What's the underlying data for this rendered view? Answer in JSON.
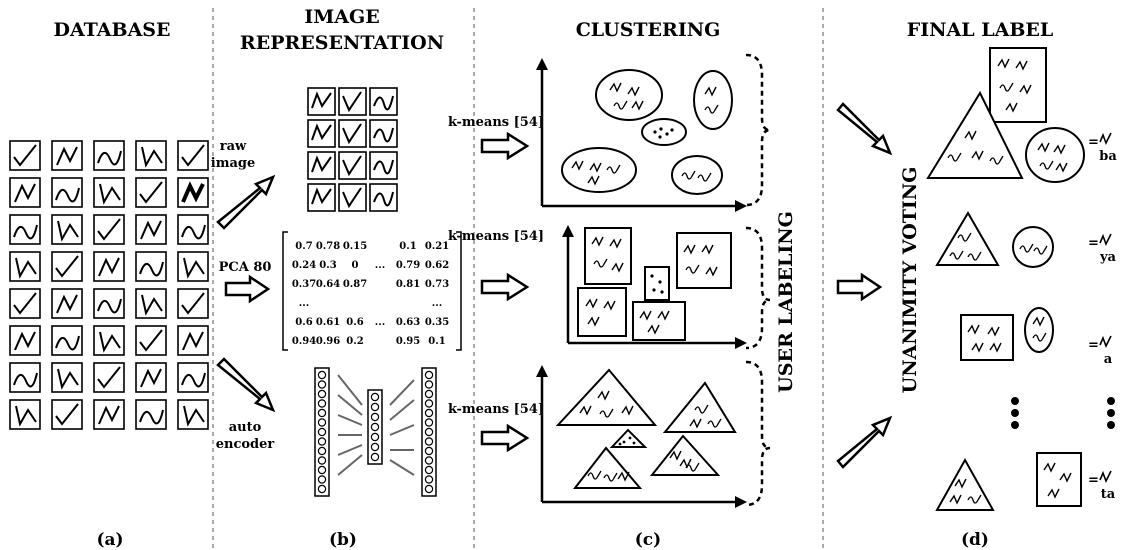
{
  "headers": {
    "database": "DATABASE",
    "image_rep_line1": "IMAGE",
    "image_rep_line2": "REPRESENTATION",
    "clustering": "CLUSTERING",
    "final_label": "FINAL LABEL"
  },
  "methods": {
    "raw_line1": "raw",
    "raw_line2": "image",
    "pca": "PCA 80",
    "ae_line1": "auto",
    "ae_line2": "encoder"
  },
  "kmeans": [
    "k-means [54]",
    "k-means [54]",
    "k-means [54]"
  ],
  "matrix": {
    "rows": [
      [
        "0.7",
        "0.78",
        "0.15",
        "",
        "0.1",
        "0.21"
      ],
      [
        "0.24",
        "0.3",
        "0",
        "...",
        "0.79",
        "0.62"
      ],
      [
        "0.37",
        "0.64",
        "0.87",
        "",
        "0.81",
        "0.73"
      ],
      [
        "...",
        "",
        "",
        "",
        "",
        "..."
      ],
      [
        "0.6",
        "0.61",
        "0.6",
        "...",
        "0.63",
        "0.35"
      ],
      [
        "0.94",
        "0.96",
        "0.2",
        "",
        "0.95",
        "0.1"
      ]
    ]
  },
  "side_labels": {
    "user_labeling": "USER LABELING",
    "unanimity_voting": "UNANIMITY VOTING"
  },
  "final_labels": [
    "ba",
    "ya",
    "a",
    "ta"
  ],
  "panels": [
    "(a)",
    "(b)",
    "(c)",
    "(d)"
  ]
}
